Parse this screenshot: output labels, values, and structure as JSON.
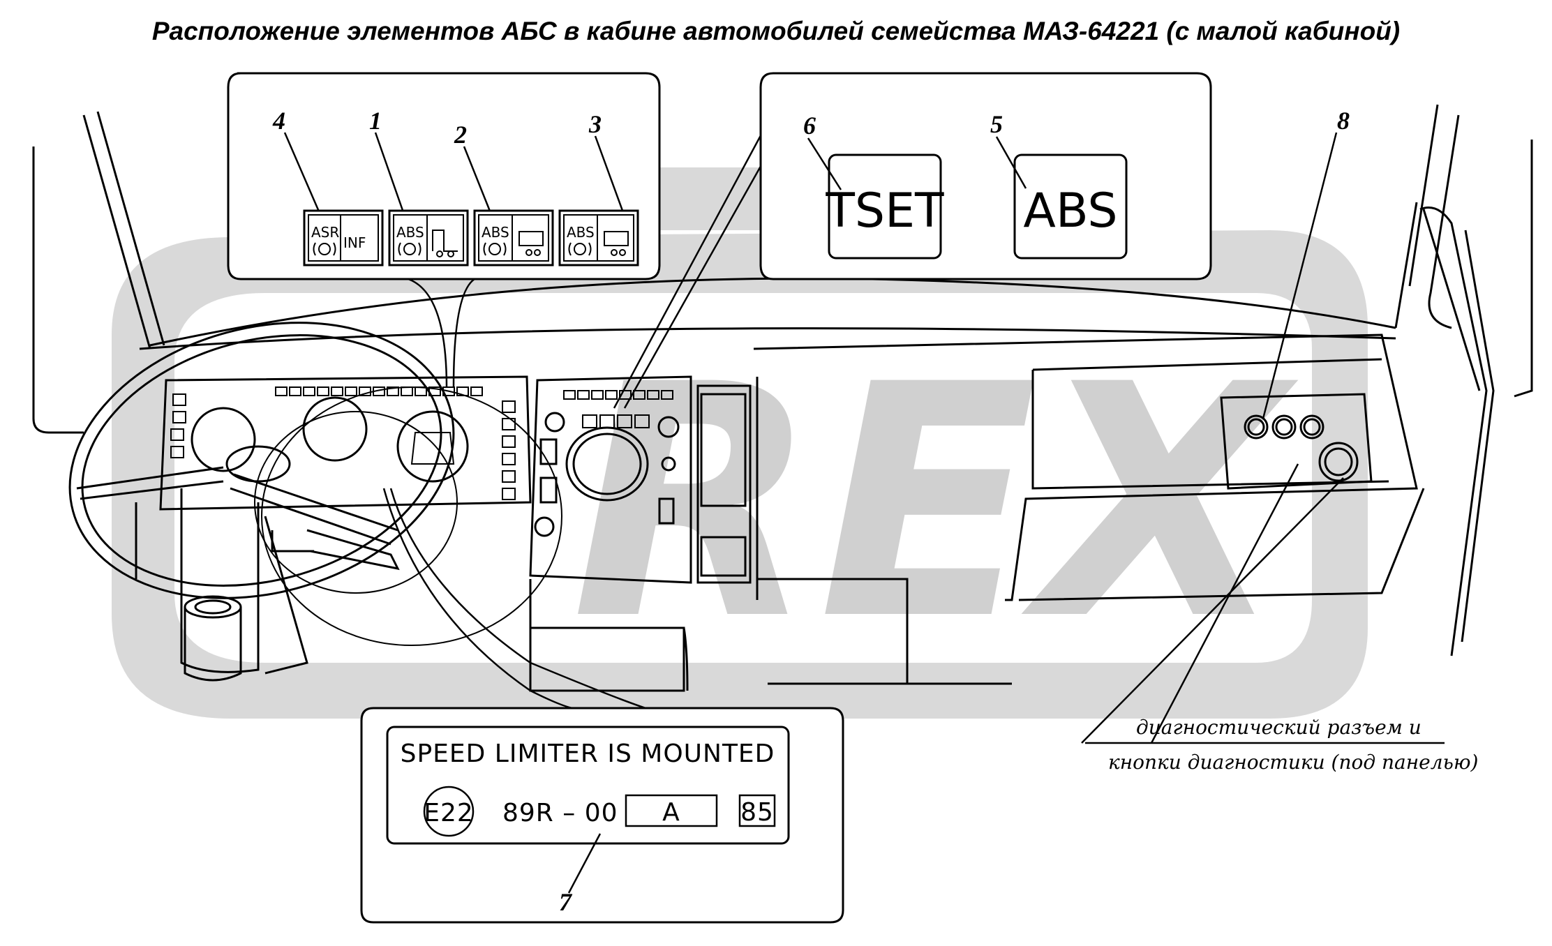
{
  "title": "Расположение элементов АБС в кабине автомобилей семейства МАЗ-64221 (с малой кабиной)",
  "watermark": "REX",
  "callouts": {
    "n1": "1",
    "n2": "2",
    "n3": "3",
    "n4": "4",
    "n5": "5",
    "n6": "6",
    "n7": "7",
    "n8": "8"
  },
  "lamps": {
    "asr": "ASR",
    "inf": "INF",
    "abs1": "ABS",
    "abs2": "ABS",
    "abs3": "ABS"
  },
  "indicators": {
    "tset": "TSET",
    "abs": "ABS"
  },
  "plate": {
    "line1": "SPEED LIMITER IS MOUNTED",
    "mark": "E22",
    "code": "89R – 00",
    "cls": "A",
    "speed": "85"
  },
  "note": {
    "line1": "диагностический разъем и",
    "line2": "кнопки диагностики (под панелью)"
  },
  "colors": {
    "watermark": "#d6d6d6",
    "line": "#000000"
  }
}
